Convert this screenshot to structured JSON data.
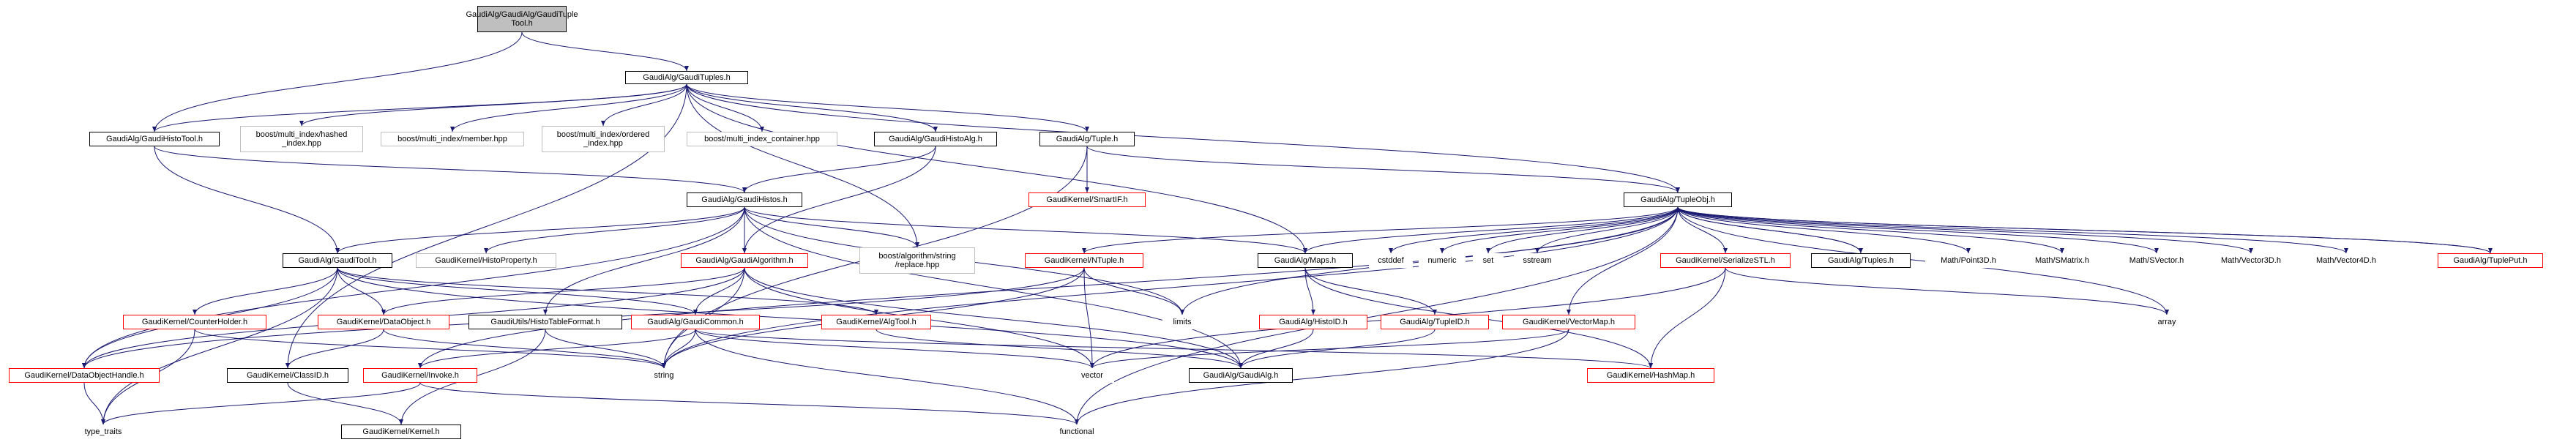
{
  "colors": {
    "root_fill": "#bfbfbf",
    "documented_border": "#000000",
    "undocumented_border": "#ff0000",
    "external_border": "#bfbfbf",
    "edge": "#191970",
    "edge_dark": "#191970"
  },
  "nodes": {
    "root": "GaudiAlg/GaudiAlg/GaudiTuple\nTool.h",
    "gauditupleshp": "GaudiAlg/GaudiTuples.h",
    "gaudihistotool": "GaudiAlg/GaudiHistoTool.h",
    "hashed_index": "boost/multi_index/hashed\n_index.hpp",
    "member": "boost/multi_index/member.hpp",
    "ordered_index": "boost/multi_index/ordered\n_index.hpp",
    "index_container": "boost/multi_index_container.hpp",
    "gaudihistoalg": "GaudiAlg/GaudiHistoAlg.h",
    "tuple": "GaudiAlg/Tuple.h",
    "smartif": "GaudiKernel/SmartIF.h",
    "tupleobj": "GaudiAlg/TupleObj.h",
    "gaudihistos": "GaudiAlg/GaudiHistos.h",
    "gauditool": "GaudiAlg/GaudiTool.h",
    "histoproperty": "GaudiKernel/HistoProperty.h",
    "gaudialgorithm": "GaudiAlg/GaudiAlgorithm.h",
    "replace": "boost/algorithm/string\n/replace.hpp",
    "ntuple": "GaudiKernel/NTuple.h",
    "maps": "GaudiAlg/Maps.h",
    "cstddef": "cstddef",
    "numeric": "numeric",
    "set": "set",
    "sstream": "sstream",
    "serializestl": "GaudiKernel/SerializeSTL.h",
    "tuples": "GaudiAlg/Tuples.h",
    "point3d": "Math/Point3D.h",
    "smatrix": "Math/SMatrix.h",
    "svector": "Math/SVector.h",
    "vector3d": "Math/Vector3D.h",
    "vector4d": "Math/Vector4D.h",
    "tupleput": "GaudiAlg/TuplePut.h",
    "counterholder": "GaudiKernel/CounterHolder.h",
    "dataobject": "GaudiKernel/DataObject.h",
    "histotableformat": "GaudiUtils/HistoTableFormat.h",
    "gaudicommon": "GaudiAlg/GaudiCommon.h",
    "algtool": "GaudiKernel/AlgTool.h",
    "limits": "limits",
    "histoid": "GaudiAlg/HistoID.h",
    "tupleid": "GaudiAlg/TupleID.h",
    "vectormap": "GaudiKernel/VectorMap.h",
    "array": "array",
    "dataobjecthandle": "GaudiKernel/DataObjectHandle.h",
    "classid": "GaudiKernel/ClassID.h",
    "invoke": "GaudiKernel/Invoke.h",
    "string": "string",
    "vector": "vector",
    "gaudialgh": "GaudiAlg/GaudiAlg.h",
    "hashmap": "GaudiKernel/HashMap.h",
    "type_traits": "type_traits",
    "kernel": "GaudiKernel/Kernel.h",
    "functional": "functional"
  },
  "edges": [
    [
      "root",
      "gauditupleshp"
    ],
    [
      "root",
      "gaudihistotool"
    ],
    [
      "gauditupleshp",
      "gaudihistotool"
    ],
    [
      "gauditupleshp",
      "hashed_index"
    ],
    [
      "gauditupleshp",
      "member"
    ],
    [
      "gauditupleshp",
      "ordered_index"
    ],
    [
      "gauditupleshp",
      "index_container"
    ],
    [
      "gauditupleshp",
      "gaudihistoalg"
    ],
    [
      "gauditupleshp",
      "tuple"
    ],
    [
      "gauditupleshp",
      "tupleobj"
    ],
    [
      "gauditupleshp",
      "replace"
    ],
    [
      "gauditupleshp",
      "maps"
    ],
    [
      "gauditupleshp",
      "classid"
    ],
    [
      "gaudihistotool",
      "gaudihistos"
    ],
    [
      "gaudihistotool",
      "gauditool"
    ],
    [
      "gaudihistoalg",
      "gaudihistos"
    ],
    [
      "gaudihistoalg",
      "gaudialgorithm"
    ],
    [
      "tuple",
      "smartif"
    ],
    [
      "tuple",
      "tupleobj"
    ],
    [
      "tuple",
      "string"
    ],
    [
      "gaudihistos",
      "gauditool"
    ],
    [
      "gaudihistos",
      "histoproperty"
    ],
    [
      "gaudihistos",
      "gaudialgorithm"
    ],
    [
      "gaudihistos",
      "replace"
    ],
    [
      "gaudihistos",
      "maps"
    ],
    [
      "gaudihistos",
      "limits"
    ],
    [
      "gaudihistos",
      "histotableformat"
    ],
    [
      "gaudihistos",
      "dataobjecthandle"
    ],
    [
      "gaudihistos",
      "gaudialgh"
    ],
    [
      "tupleobj",
      "ntuple"
    ],
    [
      "tupleobj",
      "maps"
    ],
    [
      "tupleobj",
      "cstddef"
    ],
    [
      "tupleobj",
      "numeric"
    ],
    [
      "tupleobj",
      "set"
    ],
    [
      "tupleobj",
      "sstream"
    ],
    [
      "tupleobj",
      "serializestl"
    ],
    [
      "tupleobj",
      "tuples"
    ],
    [
      "tupleobj",
      "point3d"
    ],
    [
      "tupleobj",
      "smatrix"
    ],
    [
      "tupleobj",
      "svector"
    ],
    [
      "tupleobj",
      "vector3d"
    ],
    [
      "tupleobj",
      "vector4d"
    ],
    [
      "tupleobj",
      "tupleput"
    ],
    [
      "tupleobj",
      "vectormap"
    ],
    [
      "tupleobj",
      "array"
    ],
    [
      "tupleobj",
      "limits"
    ],
    [
      "tupleobj",
      "string"
    ],
    [
      "tupleobj",
      "functional"
    ],
    [
      "tupleobj",
      "invoke"
    ],
    [
      "tuples",
      "tupleobj"
    ],
    [
      "tupleput",
      "tupleobj"
    ],
    [
      "gauditool",
      "counterholder"
    ],
    [
      "gauditool",
      "dataobject"
    ],
    [
      "gauditool",
      "gaudicommon"
    ],
    [
      "gauditool",
      "algtool"
    ],
    [
      "gauditool",
      "dataobjecthandle"
    ],
    [
      "gauditool",
      "type_traits"
    ],
    [
      "gauditool",
      "gaudialgh"
    ],
    [
      "gaudialgorithm",
      "dataobject"
    ],
    [
      "gaudialgorithm",
      "gaudicommon"
    ],
    [
      "gaudialgorithm",
      "string"
    ],
    [
      "gaudialgorithm",
      "vector"
    ],
    [
      "gaudialgorithm",
      "gaudialgh"
    ],
    [
      "gaudialgorithm",
      "dataobjecthandle"
    ],
    [
      "ntuple",
      "dataobjecthandle"
    ],
    [
      "ntuple",
      "string"
    ],
    [
      "ntuple",
      "limits"
    ],
    [
      "ntuple",
      "vector"
    ],
    [
      "maps",
      "histoid"
    ],
    [
      "maps",
      "tupleid"
    ],
    [
      "maps",
      "hashmap"
    ],
    [
      "serializestl",
      "array"
    ],
    [
      "serializestl",
      "hashmap"
    ],
    [
      "serializestl",
      "vector"
    ],
    [
      "counterholder",
      "type_traits"
    ],
    [
      "counterholder",
      "string"
    ],
    [
      "dataobject",
      "classid"
    ],
    [
      "dataobject",
      "string"
    ],
    [
      "histotableformat",
      "kernel"
    ],
    [
      "histotableformat",
      "string"
    ],
    [
      "gaudicommon",
      "invoke"
    ],
    [
      "gaudicommon",
      "string"
    ],
    [
      "gaudicommon",
      "vector"
    ],
    [
      "gaudicommon",
      "hashmap"
    ],
    [
      "gaudicommon",
      "functional"
    ],
    [
      "algtool",
      "gaudialgh"
    ],
    [
      "histoid",
      "gaudialgh"
    ],
    [
      "tupleid",
      "gaudialgh"
    ],
    [
      "vectormap",
      "vector"
    ],
    [
      "vectormap",
      "functional"
    ],
    [
      "dataobjecthandle",
      "type_traits"
    ],
    [
      "classid",
      "kernel"
    ],
    [
      "invoke",
      "type_traits"
    ],
    [
      "invoke",
      "functional"
    ]
  ]
}
